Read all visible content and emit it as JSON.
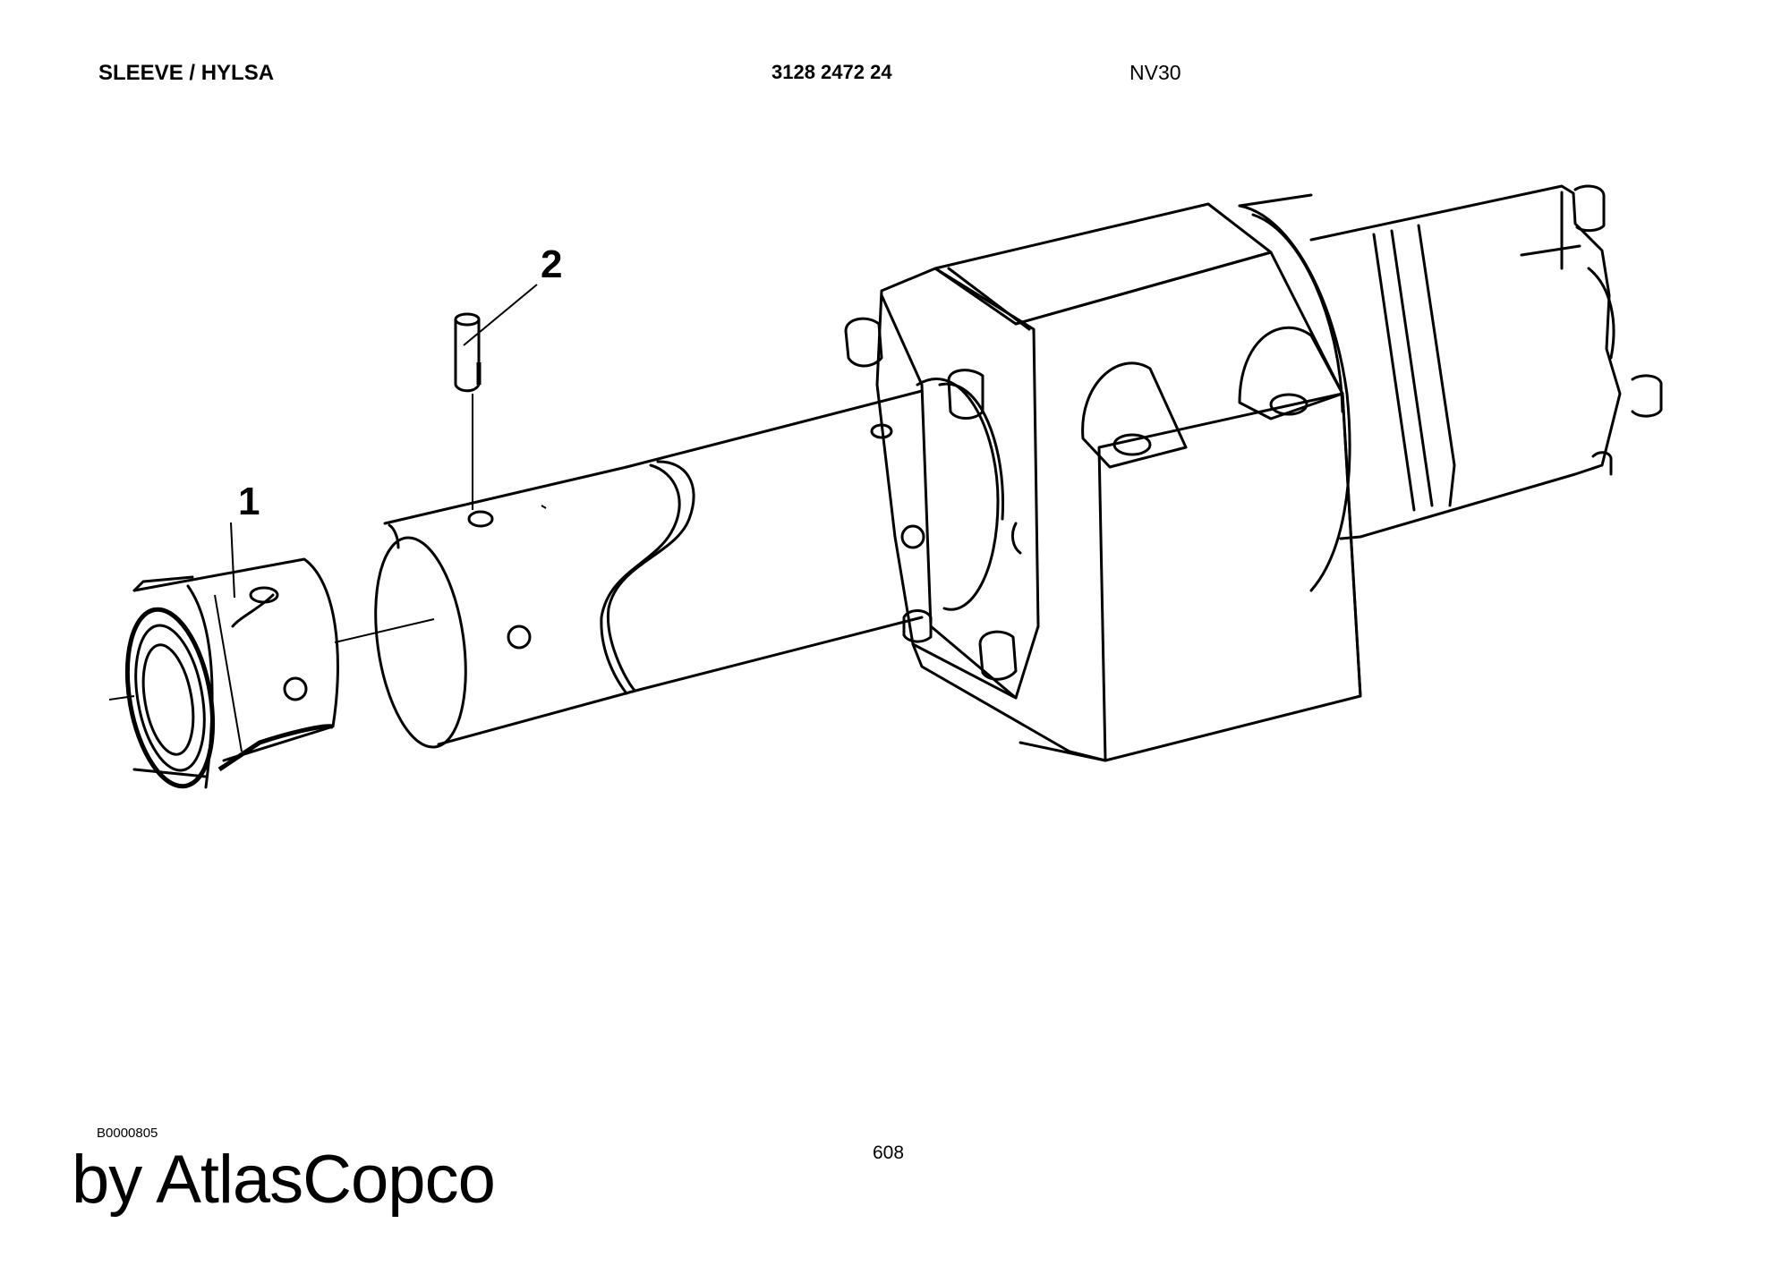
{
  "header": {
    "title": "SLEEVE / HYLSA",
    "part_number": "3128 2472 24",
    "model": "NV30"
  },
  "drawing": {
    "callouts": [
      {
        "label": "1",
        "part": "sleeve"
      },
      {
        "label": "2",
        "part": "pin"
      }
    ]
  },
  "footer": {
    "drawing_id": "B0000805",
    "page_number": "608",
    "publisher": "by AtlasCopco"
  }
}
